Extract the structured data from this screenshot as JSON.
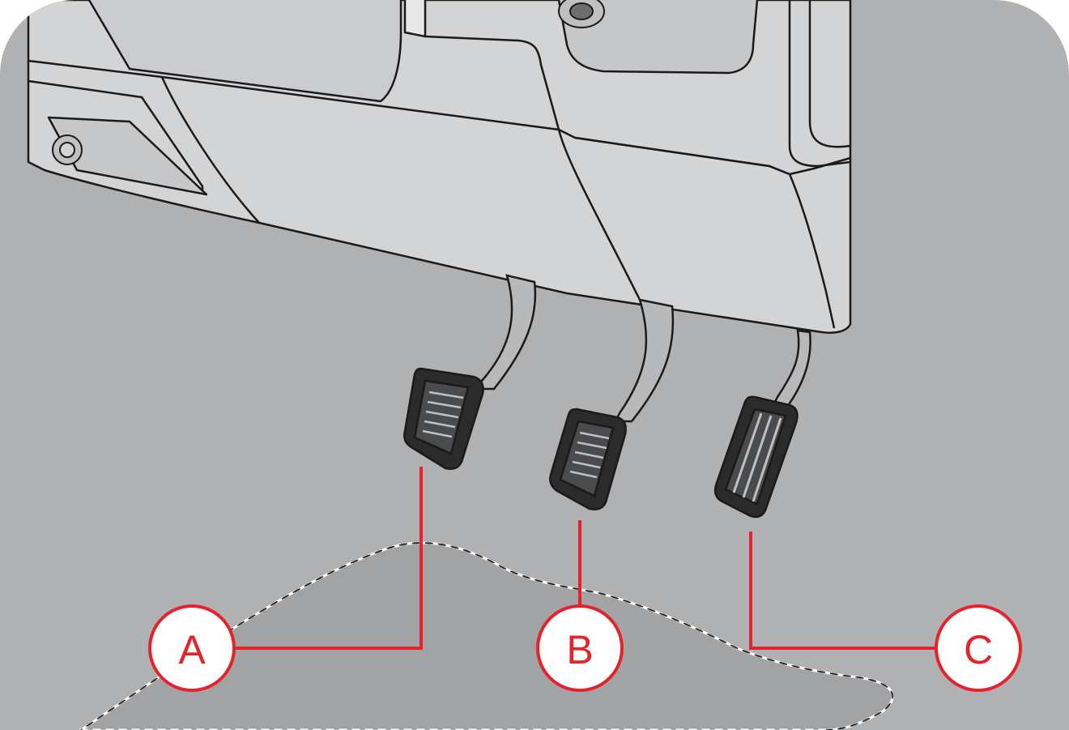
{
  "callouts": [
    {
      "id": "A",
      "label": "A"
    },
    {
      "id": "B",
      "label": "B"
    },
    {
      "id": "C",
      "label": "C"
    }
  ],
  "colors": {
    "background": "#b0b1b3",
    "dashboard": "#d3d4d6",
    "dashboard_dark": "#c6c7c9",
    "floor_mat": "#a2a3a5",
    "outline": "#1a1a1a",
    "callout": "#e3242b",
    "callout_fill": "#ffffff"
  }
}
